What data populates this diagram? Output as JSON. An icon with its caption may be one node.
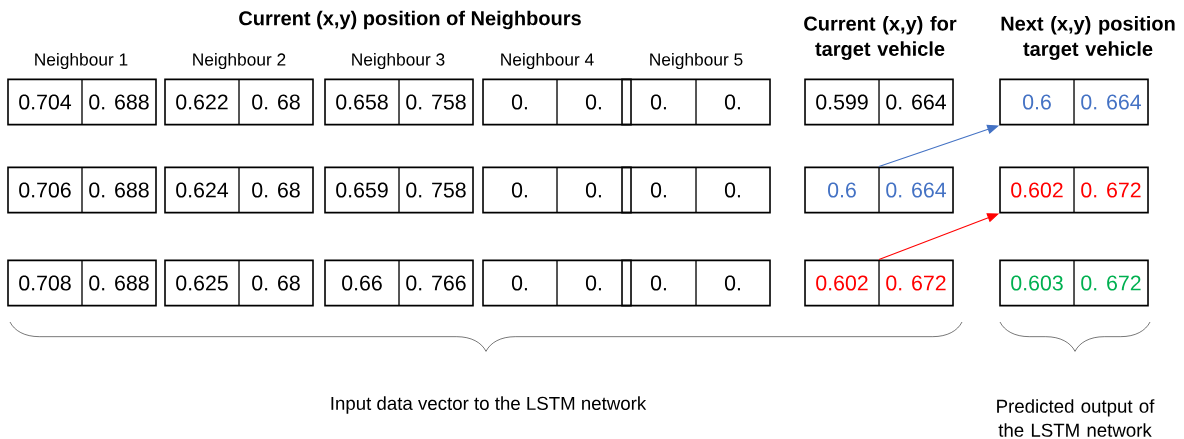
{
  "diagram": {
    "nodes": [
      {
        "text": [
          "0.704",
          "0. 688"
        ]
      },
      {
        "text": [
          "0.622",
          "0. 68"
        ]
      },
      {
        "text": [
          "0.658",
          "0. 758"
        ]
      },
      {
        "text": [
          "0.",
          "0."
        ]
      },
      {
        "text": [
          "0.",
          "0."
        ]
      },
      {
        "text": [
          "0.599",
          "0. 664"
        ]
      },
      {
        "text": [
          "0.6",
          "0. 664"
        ]
      },
      {
        "text": [
          "0.706",
          "0. 688"
        ]
      },
      {
        "text": [
          "0.624",
          "0. 68"
        ]
      },
      {
        "text": [
          "0.659",
          "0. 758"
        ]
      },
      {
        "text": [
          "0.",
          "0."
        ]
      },
      {
        "text": [
          "0.",
          "0."
        ]
      },
      {
        "text": [
          "0.6",
          "0. 664"
        ]
      },
      {
        "text": [
          "0.602",
          "0. 672"
        ]
      },
      {
        "text": [
          "0.708",
          "0. 688"
        ]
      },
      {
        "text": [
          "0.625",
          "0. 68"
        ]
      },
      {
        "text": [
          "0.66",
          "0. 766"
        ]
      },
      {
        "text": [
          "0.",
          "0."
        ]
      },
      {
        "text": [
          "0.",
          "0."
        ]
      },
      {
        "text": [
          "0.602",
          "0. 672"
        ]
      },
      {
        "text": [
          "0.603",
          "0. 672"
        ]
      }
    ],
    "edges": [
      {
        "from": 12,
        "to": 6,
        "arrow": "to",
        "color": "#4472c4"
      },
      {
        "from": 19,
        "to": 13,
        "arrow": "to",
        "color": "#ff0000"
      }
    ],
    "labels": [
      "Current (x,y) position of Neighbours",
      "Current (x,y) for target vehicle",
      "Next (x,y) position target vehicle",
      "Neighbour 1",
      "Neighbour 2",
      "Neighbour 3",
      "Neighbour 4",
      "Neighbour 5",
      "Input data vector to the LSTM network",
      "Predicted output of the LSTM network"
    ]
  }
}
